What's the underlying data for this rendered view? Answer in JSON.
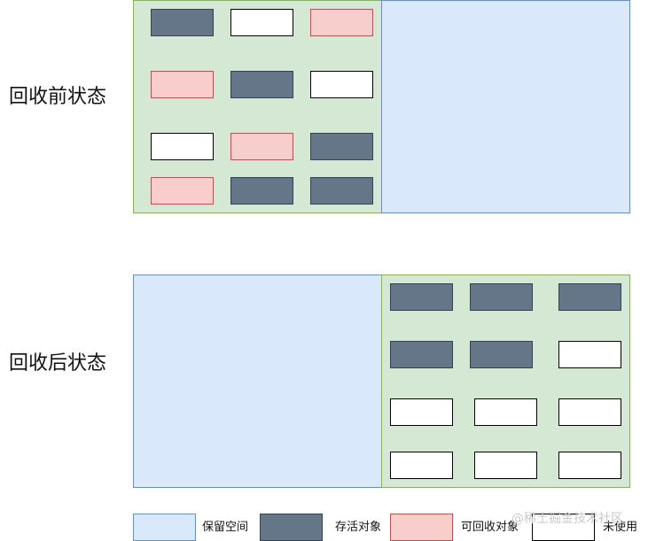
{
  "labels": {
    "before": "回收前状态",
    "after": "回收后状态"
  },
  "colors": {
    "region_green": "#d5e8d4",
    "region_blue": "#dae8fc",
    "live": "#647687",
    "reclaimable": "#f8cecc",
    "unused": "#ffffff"
  },
  "before_grid": [
    [
      "live",
      "unused",
      "reclaimable"
    ],
    [
      "reclaimable",
      "live",
      "unused"
    ],
    [
      "unused",
      "reclaimable",
      "live"
    ],
    [
      "reclaimable",
      "live",
      "live"
    ]
  ],
  "after_grid": [
    [
      "live",
      "live",
      "live"
    ],
    [
      "live",
      "live",
      "unused"
    ],
    [
      "unused",
      "unused",
      "unused"
    ],
    [
      "unused",
      "unused",
      "unused"
    ]
  ],
  "legend": [
    {
      "type": "reserved",
      "label": "保留空间"
    },
    {
      "type": "live",
      "label": "存活对象"
    },
    {
      "type": "reclaimable",
      "label": "可回收对象"
    },
    {
      "type": "unused",
      "label": "未使用"
    }
  ],
  "watermark": "@稀土掘金技术社区"
}
